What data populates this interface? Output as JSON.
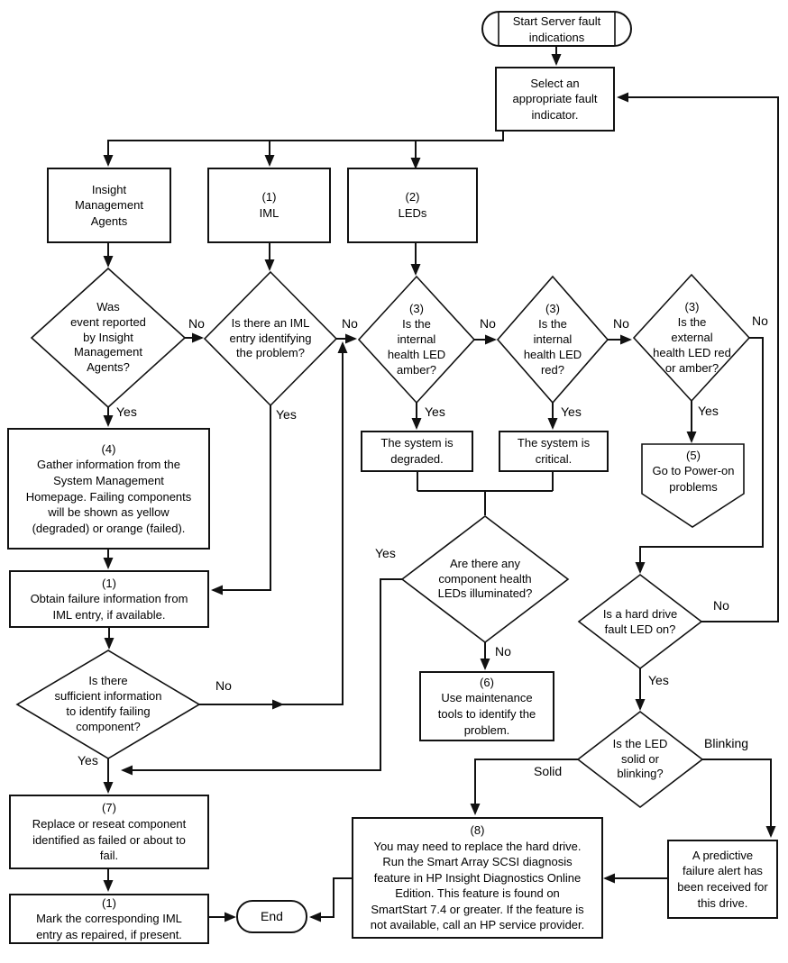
{
  "diagram": {
    "colors": {
      "line": "#111111",
      "background": "#ffffff"
    },
    "nodes": {
      "start": "Start Server fault\nindications",
      "select": "Select an\nappropriate fault\nindicator.",
      "insight": "Insight\nManagement\nAgents",
      "iml": "(1)\nIML",
      "leds": "(2)\nLEDs",
      "d_event": "Was\nevent reported\nby Insight\nManagement\nAgents?",
      "d_iml_entry": "Is there an IML\nentry identifying\nthe problem?",
      "d_internal_amber": "(3)\nIs the\ninternal\nhealth LED\namber?",
      "d_internal_red": "(3)\nIs the\ninternal\nhealth LED\nred?",
      "d_external": "(3)\nIs the\nexternal\nhealth LED red\nor amber?",
      "gather": "(4)\nGather information from the\nSystem Management\nHomepage. Failing components\nwill be shown as yellow\n(degraded) or orange (failed).",
      "obtain": "(1)\nObtain failure information from\nIML entry, if available.",
      "degraded": "The system is\ndegraded.",
      "critical": "The system is\ncritical.",
      "power_on": "(5)\nGo to Power-on\nproblems",
      "d_sufficient": "Is there\nsufficient information\nto identify failing\ncomponent?",
      "d_component_leds": "Are there any\ncomponent health\nLEDs illuminated?",
      "maintenance": "(6)\nUse maintenance\ntools to identify the\nproblem.",
      "d_hard_drive": "Is a hard drive\nfault LED on?",
      "d_solid_blink": "Is the LED\nsolid or\nblinking?",
      "replace": "(7)\nReplace or reseat component\nidentified as failed or about to\nfail.",
      "mark": "(1)\nMark the corresponding IML\nentry as repaired, if present.",
      "end": "End",
      "hd_box": "(8)\nYou may need to replace the hard drive.\nRun the Smart Array SCSI diagnosis\nfeature in HP Insight Diagnostics Online\nEdition. This feature is found on\nSmartStart 7.4 or greater. If the feature is\nnot available, call an HP service provider.",
      "predictive": "A predictive\nfailure alert has\nbeen received for\nthis drive."
    },
    "labels": {
      "d1_no": "No",
      "d1_yes": "Yes",
      "d2_no": "No",
      "d2_yes": "Yes",
      "d3_no": "No",
      "d3_yes": "Yes",
      "d4_no": "No",
      "d4_yes": "Yes",
      "d5_no": "No",
      "d5_yes": "Yes",
      "comp_yes": "Yes",
      "comp_no": "No",
      "suff_no": "No",
      "suff_yes": "Yes",
      "hd_no": "No",
      "hd_yes": "Yes",
      "solid": "Solid",
      "blinking": "Blinking"
    }
  }
}
